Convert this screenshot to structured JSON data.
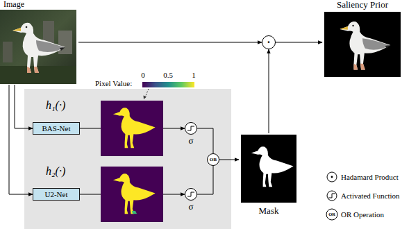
{
  "diagram": {
    "nodes": [
      {
        "text": [
          "Image"
        ]
      },
      {
        "text": [
          "·"
        ]
      },
      {
        "text": [
          "Saliency Prior"
        ]
      },
      {
        "text": [
          "BAS-Net"
        ]
      },
      {
        "text": [
          "U2-Net"
        ]
      },
      {
        "text": [
          "σ"
        ]
      },
      {
        "text": [
          "σ"
        ]
      },
      {
        "text": [
          "OR"
        ]
      },
      {
        "text": [
          "Mask"
        ]
      }
    ],
    "edges": [
      {
        "from": 0,
        "to": 1,
        "arrow": "to"
      },
      {
        "from": 1,
        "to": 2,
        "arrow": "to"
      },
      {
        "from": 0,
        "to": 3,
        "arrow": "to"
      },
      {
        "from": 0,
        "to": 4,
        "arrow": "to"
      },
      {
        "from": 3,
        "to": 5,
        "arrow": "to"
      },
      {
        "from": 4,
        "to": 6,
        "arrow": "to"
      },
      {
        "from": 5,
        "to": 7,
        "arrow": "none"
      },
      {
        "from": 6,
        "to": 7,
        "arrow": "none"
      },
      {
        "from": 7,
        "to": 8,
        "arrow": "to"
      },
      {
        "from": 8,
        "to": 1,
        "arrow": "to"
      }
    ],
    "labels": [
      "h₁(·)",
      "h₂(·)",
      "Pixel Value:",
      "0",
      "0.5",
      "1",
      "OR"
    ],
    "legend": [
      {
        "text": "Hadamard Product"
      },
      {
        "text": "Activated Function"
      },
      {
        "text": "OR Operation"
      }
    ]
  }
}
